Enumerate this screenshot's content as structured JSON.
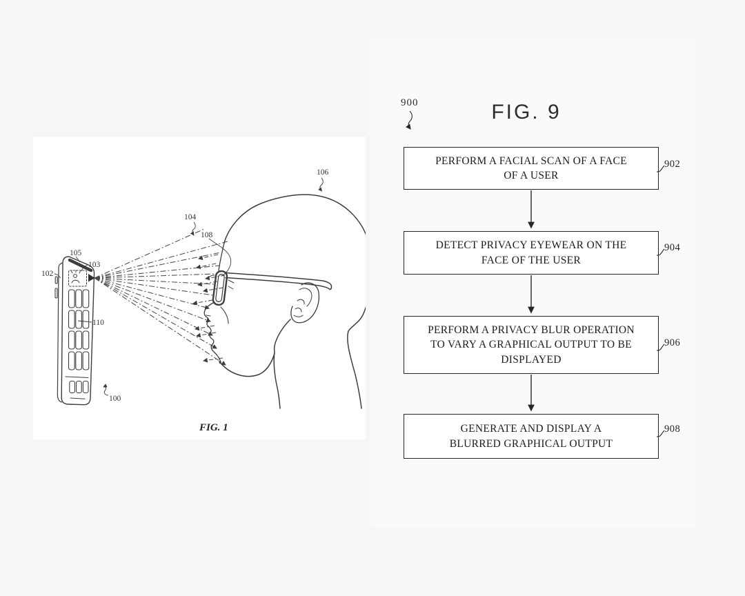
{
  "colors": {
    "background": "#f6f6f7",
    "panel": "#ffffff",
    "right_panel": "#fafafa",
    "line": "#3c3c3c",
    "flow_line": "#262626",
    "text": "#1c1c1c"
  },
  "fig1": {
    "caption": "FIG. 1",
    "labels": {
      "l100": "100",
      "l102": "102",
      "l103": "103",
      "l104": "104",
      "l105": "105",
      "l106": "106",
      "l108": "108",
      "l110": "110"
    }
  },
  "fig9": {
    "figure_ref": "900",
    "title": "FIG. 9",
    "steps": [
      {
        "ref": "902",
        "text": "PERFORM A FACIAL SCAN OF A FACE\nOF A USER"
      },
      {
        "ref": "904",
        "text": "DETECT PRIVACY EYEWEAR ON THE\nFACE OF THE USER"
      },
      {
        "ref": "906",
        "text": "PERFORM A PRIVACY BLUR OPERATION\nTO VARY A GRAPHICAL OUTPUT TO BE\nDISPLAYED"
      },
      {
        "ref": "908",
        "text": "GENERATE AND DISPLAY A\nBLURRED GRAPHICAL OUTPUT"
      }
    ]
  }
}
